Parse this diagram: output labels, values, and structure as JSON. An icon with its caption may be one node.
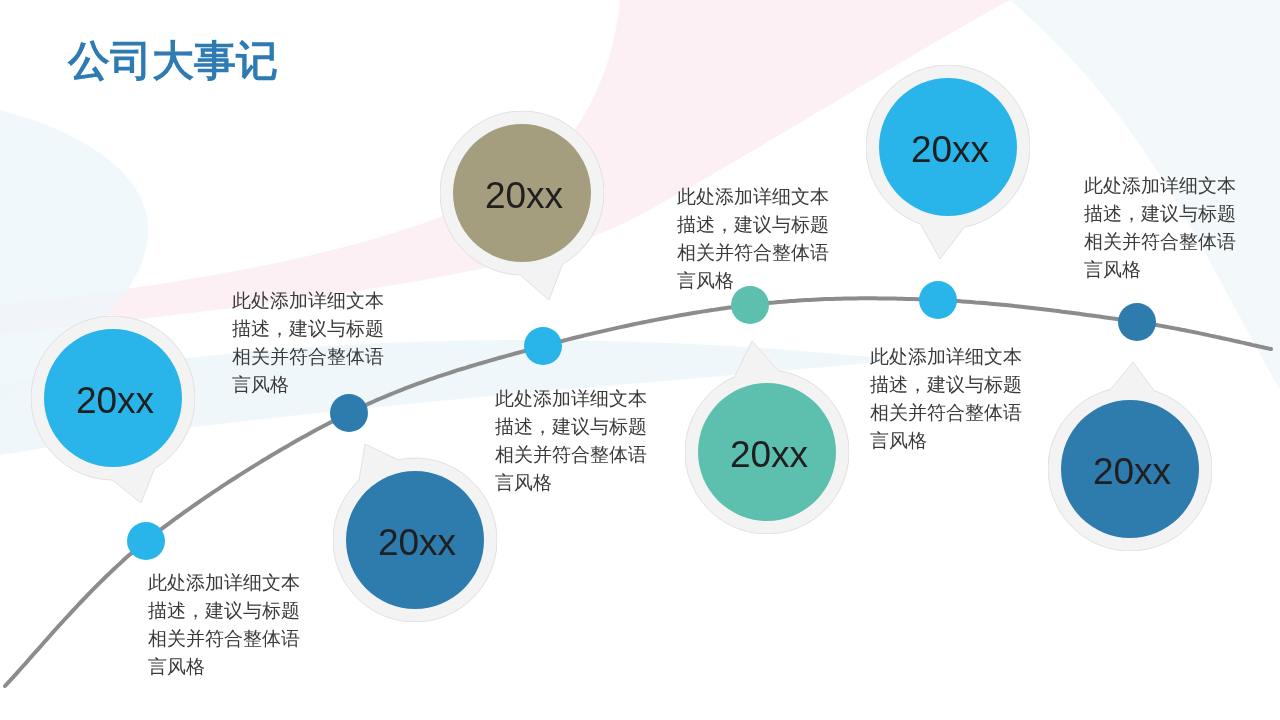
{
  "diagram": {
    "title": "公司大事记",
    "nodes": [
      {
        "text": [
          "20xx"
        ]
      },
      {
        "text": [],
        "shape": "circle"
      },
      {
        "text": [
          "20xx"
        ]
      },
      {
        "text": [],
        "shape": "circle"
      },
      {
        "text": [
          "20xx"
        ]
      },
      {
        "text": [],
        "shape": "circle"
      },
      {
        "text": [
          "20xx"
        ]
      },
      {
        "text": [],
        "shape": "circle"
      },
      {
        "text": [
          "20xx"
        ]
      },
      {
        "text": [],
        "shape": "circle"
      },
      {
        "text": [
          "20xx"
        ]
      },
      {
        "text": [],
        "shape": "circle"
      }
    ],
    "edges": [
      {
        "from": null,
        "to": 1,
        "arrow": "none"
      },
      {
        "from": 1,
        "to": 3,
        "arrow": "none"
      },
      {
        "from": 3,
        "to": 5,
        "arrow": "none"
      },
      {
        "from": 5,
        "to": 7,
        "arrow": "none"
      },
      {
        "from": 7,
        "to": 9,
        "arrow": "none"
      },
      {
        "from": 9,
        "to": 11,
        "arrow": "none"
      },
      {
        "from": 11,
        "to": null,
        "arrow": "none"
      }
    ],
    "labels": [
      "此处添加详细文本描述，建议与标题相关并符合整体语言风格",
      "此处添加详细文本描述，建议与标题相关并符合整体语言风格",
      "此处添加详细文本描述，建议与标题相关并符合整体语言风格",
      "此处添加详细文本描述，建议与标题相关并符合整体语言风格",
      "此处添加详细文本描述，建议与标题相关并符合整体语言风格",
      "此处添加详细文本描述，建议与标题相关并符合整体语言风格"
    ]
  }
}
